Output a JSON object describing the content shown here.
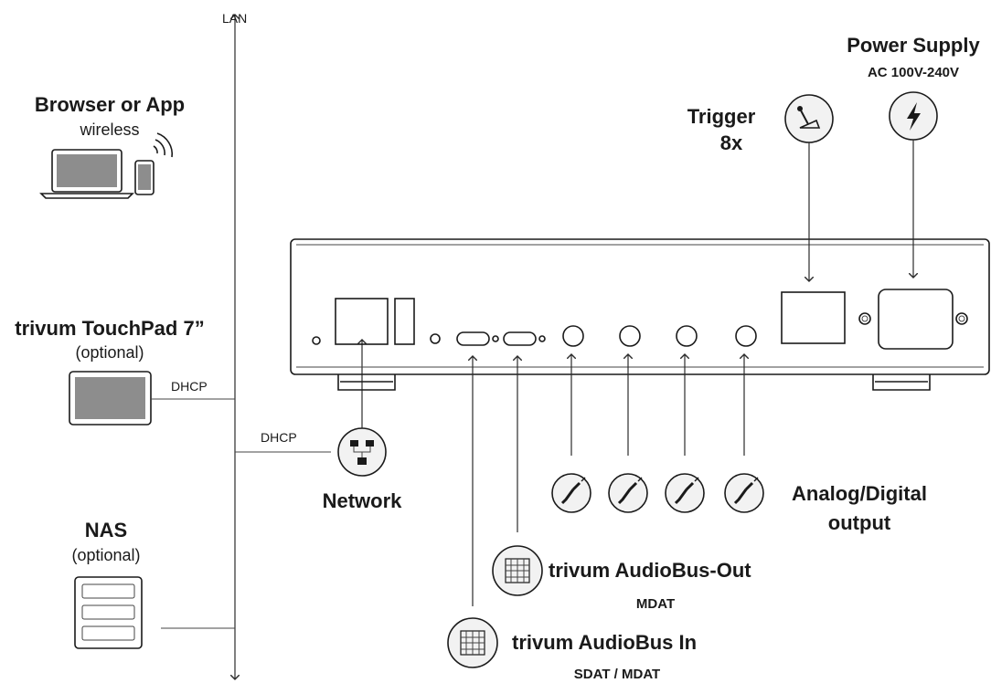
{
  "lan": {
    "label": "LAN"
  },
  "browser": {
    "title": "Browser or App",
    "subtitle": "wireless"
  },
  "touchpad": {
    "title": "trivum TouchPad 7”",
    "subtitle": "(optional)",
    "link_label": "DHCP"
  },
  "nas": {
    "title": "NAS",
    "subtitle": "(optional)"
  },
  "network": {
    "label": "Network",
    "link_label": "DHCP"
  },
  "trigger": {
    "title": "Trigger",
    "count": "8x"
  },
  "power": {
    "title": "Power Supply",
    "spec": "AC 100V-240V"
  },
  "outputs": {
    "title": "Analog/Digital",
    "subtitle": "output"
  },
  "audiobus_out": {
    "title": "trivum AudioBus-Out",
    "subtitle": "MDAT"
  },
  "audiobus_in": {
    "title": "trivum AudioBus In",
    "subtitle": "SDAT / MDAT"
  },
  "icons": [
    "wifi-icon",
    "laptop-icon",
    "phone-icon",
    "touchpad-icon",
    "nas-icon",
    "network-icon",
    "trigger-icon",
    "power-icon",
    "audio-jack-icon",
    "audiobus-icon"
  ]
}
